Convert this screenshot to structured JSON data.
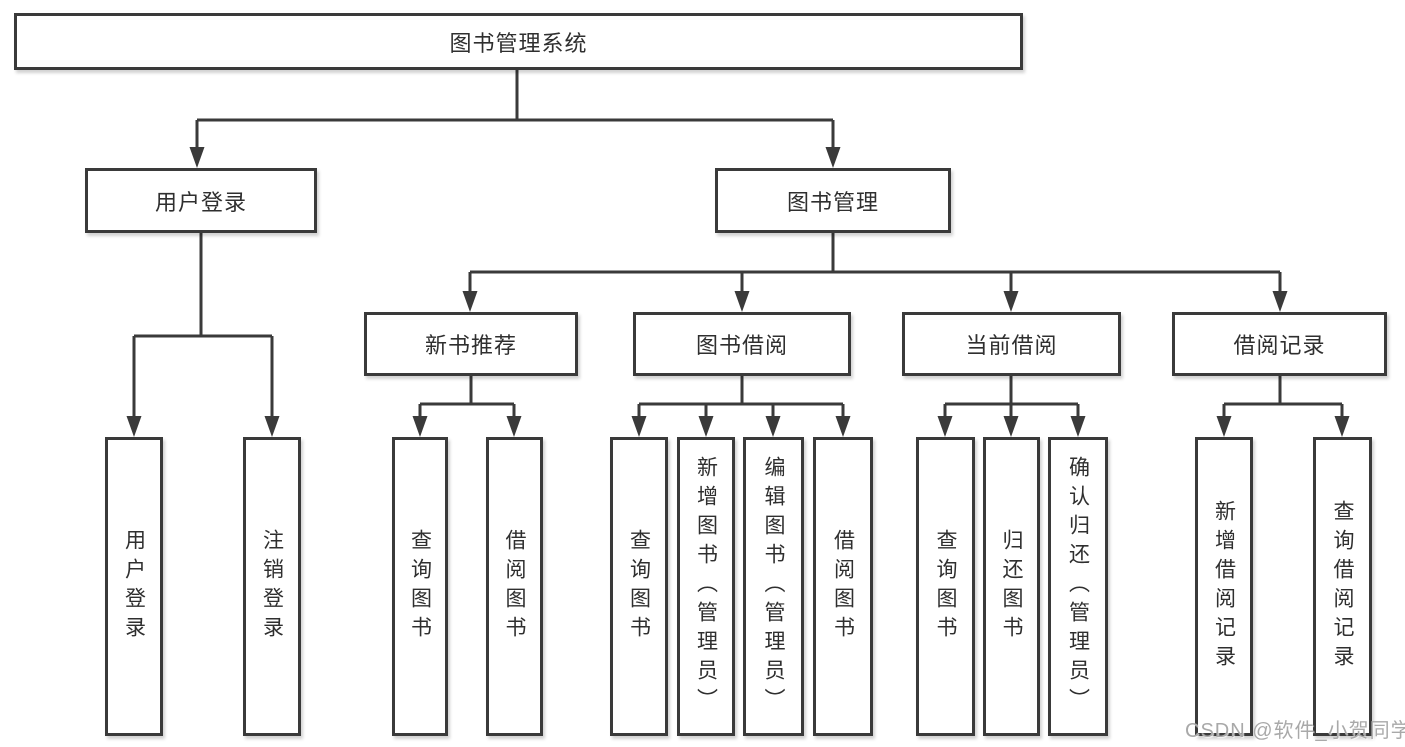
{
  "nodes": {
    "root": "图书管理系统",
    "user_login_branch": "用户登录",
    "book_management": "图书管理",
    "new_book_recommend": "新书推荐",
    "book_borrow": "图书借阅",
    "current_borrow": "当前借阅",
    "borrow_records": "借阅记录"
  },
  "leaves": [
    "用户登录",
    "注销登录",
    "查询图书",
    "借阅图书",
    "查询图书",
    "新增图书（管理员）",
    "编辑图书（管理员）",
    "借阅图书",
    "查询图书",
    "归还图书",
    "确认归还（管理员）",
    "新增借阅记录",
    "查询借阅记录"
  ],
  "structure": {
    "图书管理系统": [
      "用户登录",
      "图书管理"
    ],
    "用户登录": [
      "用户登录",
      "注销登录"
    ],
    "图书管理": [
      "新书推荐",
      "图书借阅",
      "当前借阅",
      "借阅记录"
    ],
    "新书推荐": [
      "查询图书",
      "借阅图书"
    ],
    "图书借阅": [
      "查询图书",
      "新增图书（管理员）",
      "编辑图书（管理员）",
      "借阅图书"
    ],
    "当前借阅": [
      "查询图书",
      "归还图书",
      "确认归还（管理员）"
    ],
    "借阅记录": [
      "新增借阅记录",
      "查询借阅记录"
    ]
  },
  "watermark": "CSDN @软件_小贺同学",
  "colors": {
    "line": "#3a3a3a",
    "box_border": "#3a3a3a",
    "box_fill": "#ffffff",
    "text": "#2f2f2f",
    "watermark": "#a9a9a9",
    "background": "#ffffff"
  }
}
